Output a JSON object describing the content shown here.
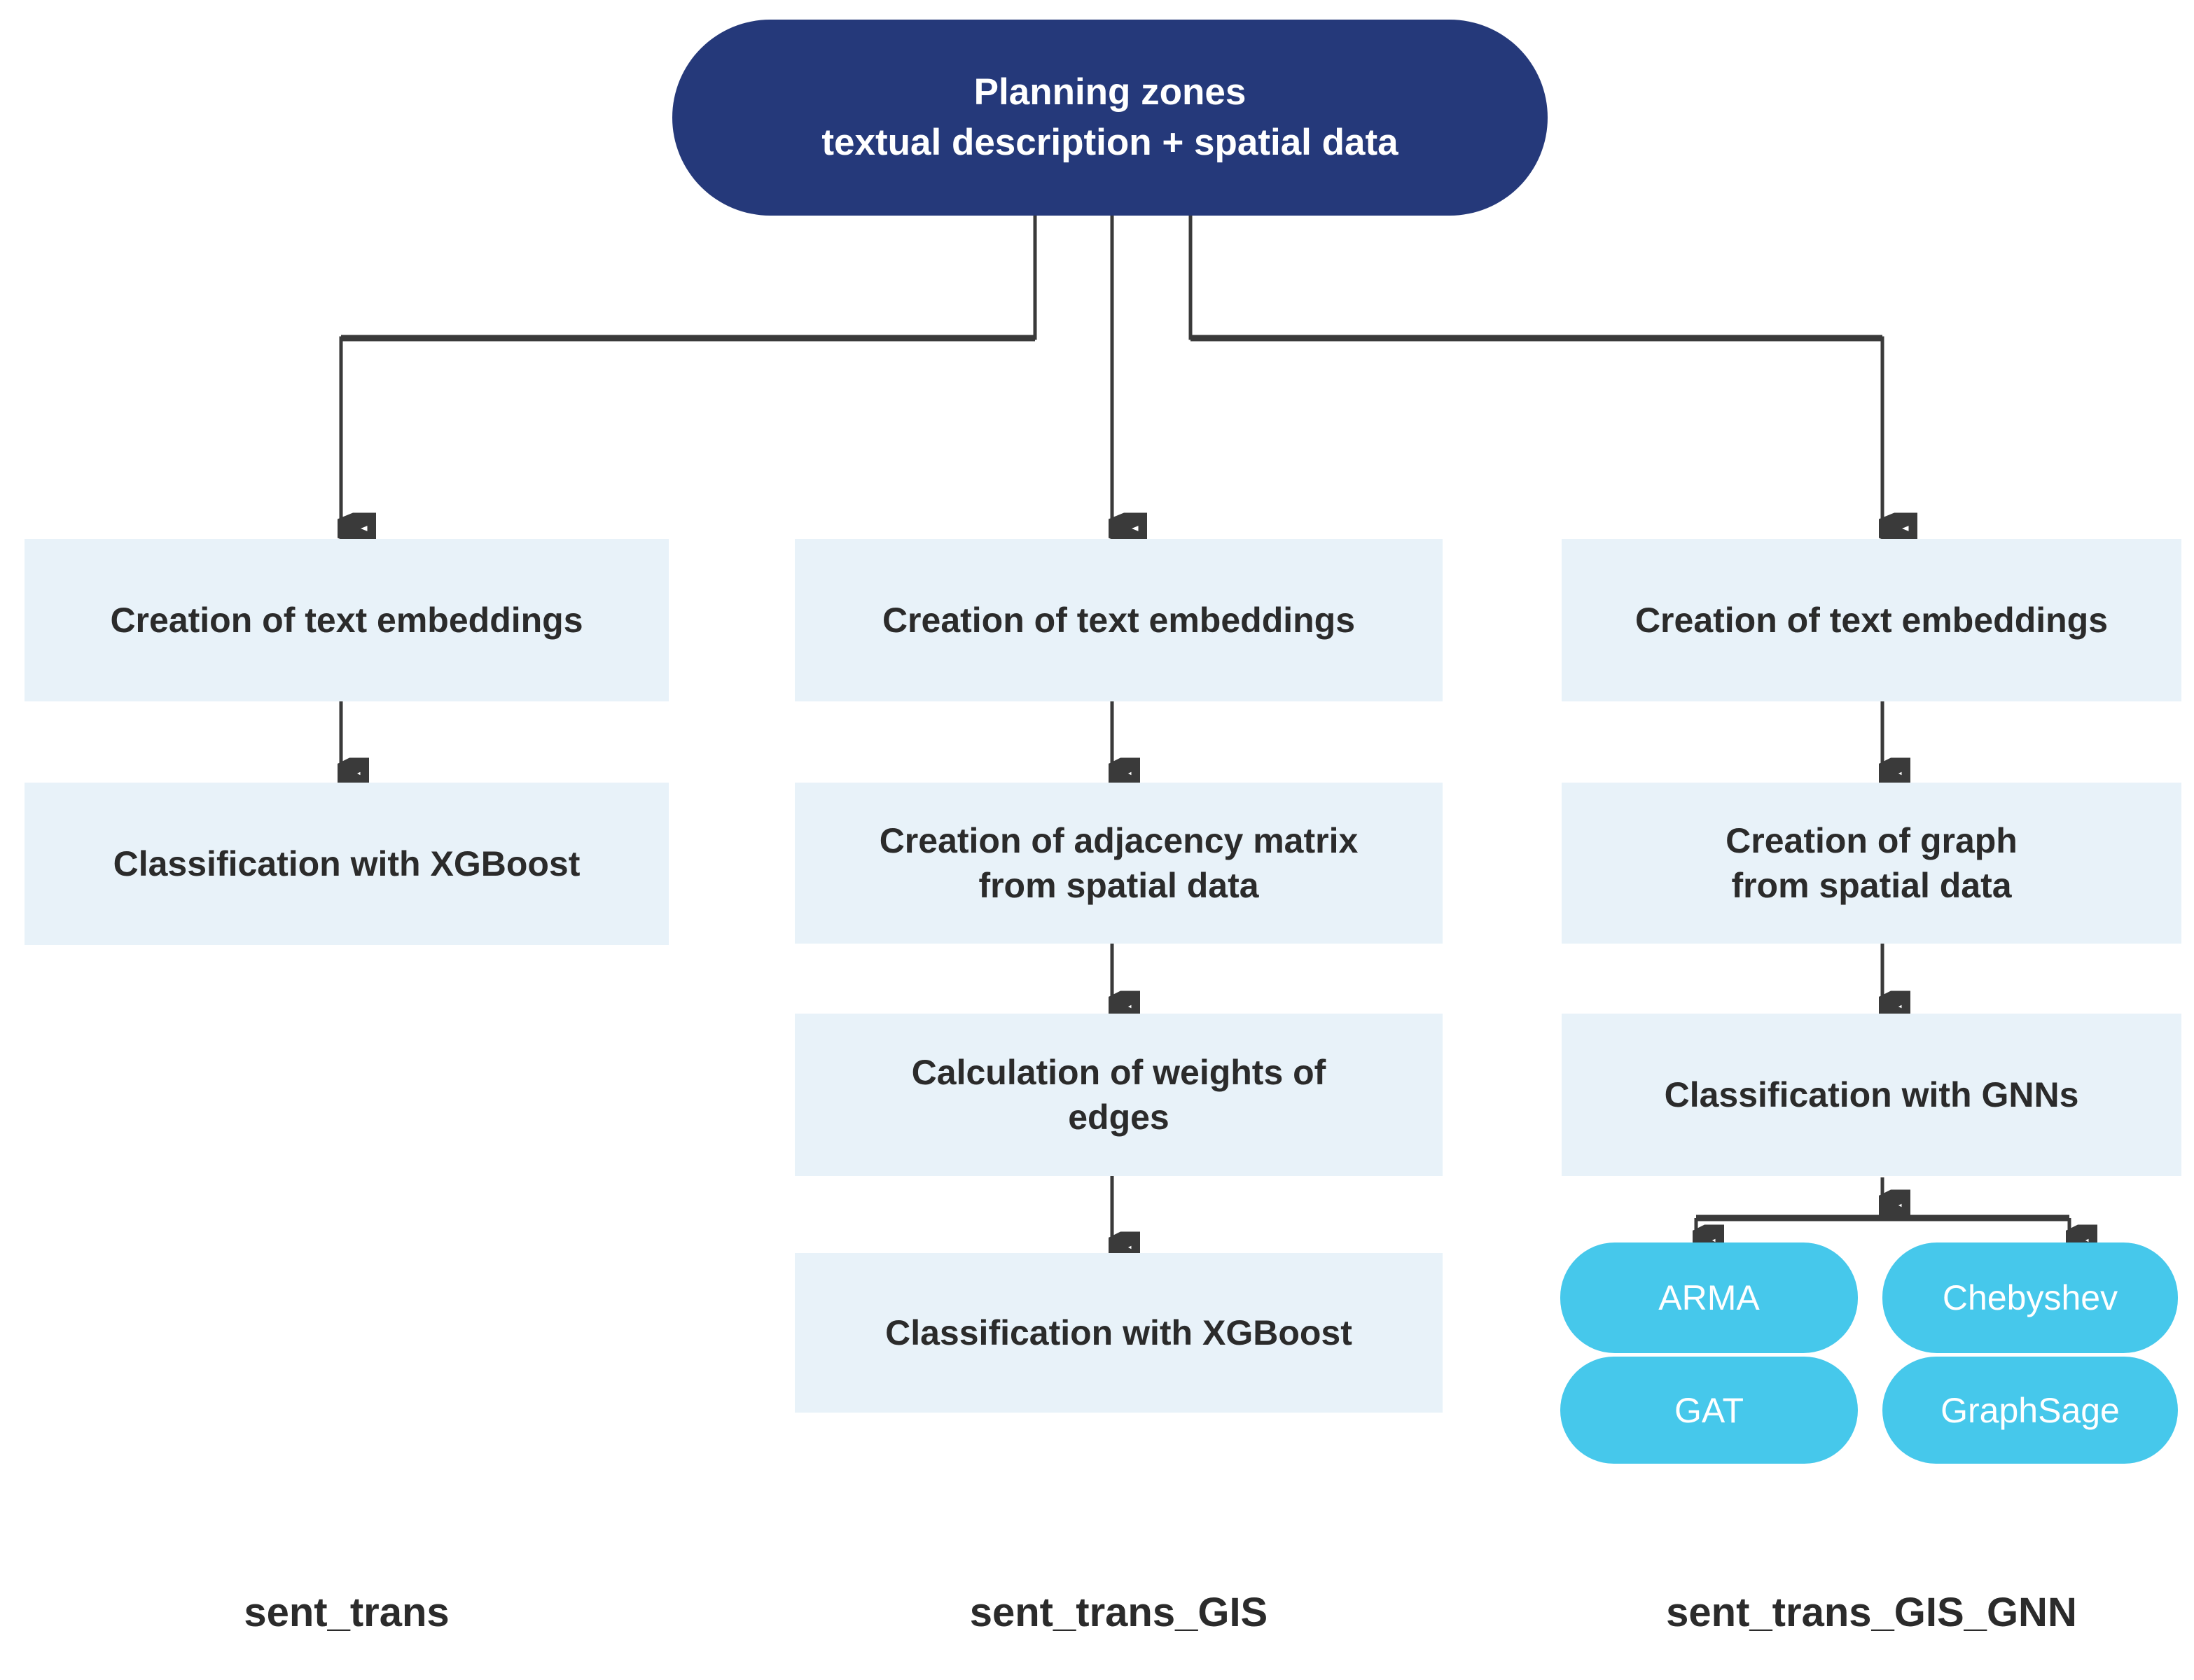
{
  "diagram": {
    "root": {
      "line1": "Planning zones",
      "line2": "textual description + spatial data",
      "color": "#25397A"
    },
    "colors": {
      "root_fill": "#25397A",
      "stage_fill": "#E8F2F9",
      "pill_fill": "#46C8EB",
      "text_dark": "#2B2B2B",
      "text_light": "#FFFFFF",
      "connector": "#3A3A3A",
      "background": "#FFFFFF"
    },
    "columns": [
      {
        "caption": "sent_trans",
        "steps": [
          {
            "label": "Creation of text embeddings"
          },
          {
            "label": "Classification with XGBoost"
          }
        ]
      },
      {
        "caption": "sent_trans_GIS",
        "steps": [
          {
            "label": "Creation of text embeddings"
          },
          {
            "line1": "Creation of adjacency matrix",
            "line2": "from spatial data"
          },
          {
            "line1": "Calculation of weights of",
            "line2": "edges"
          },
          {
            "label": "Classification with XGBoost"
          }
        ]
      },
      {
        "caption": "sent_trans_GIS_GNN",
        "steps": [
          {
            "label": "Creation of text embeddings"
          },
          {
            "line1": "Creation of  graph",
            "line2": "from spatial data"
          },
          {
            "label": "Classification with GNNs"
          }
        ],
        "models": [
          {
            "label": "ARMA"
          },
          {
            "label": "Chebyshev"
          },
          {
            "label": "GAT"
          },
          {
            "label": "GraphSage"
          }
        ]
      }
    ]
  }
}
